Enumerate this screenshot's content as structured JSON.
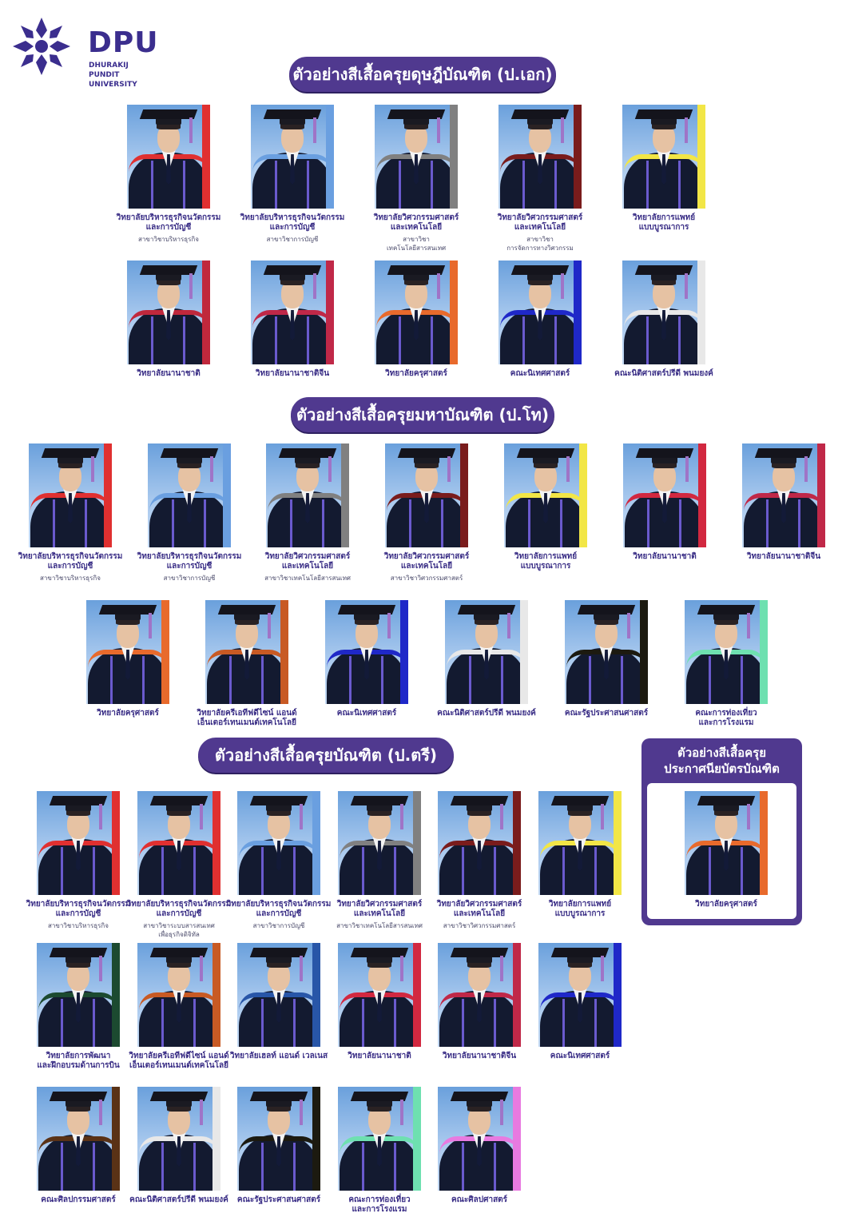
{
  "header": {
    "logo_text": "DPU",
    "logo_sub1": "DHURAKIJ PUNDIT",
    "logo_sub2": "UNIVERSITY"
  },
  "titles": {
    "phd": "ตัวอย่างสีเสื้อครุยดุษฎีบัณฑิต (ป.เอก)",
    "master": "ตัวอย่างสีเสื้อครุยมหาบัณฑิต (ป.โท)",
    "bachelor": "ตัวอย่างสีเสื้อครุยบัณฑิต (ป.ตรี)",
    "certificate": "ตัวอย่างสีเสื้อครุย\nประกาศนียบัตรบัณฑิต"
  },
  "cards": [
    {
      "label": "วิทยาลัยบริหารธุรกิจนวัตกรรม\nและการบัญชี",
      "sub": "สาขาวิชาบริหารธุรกิจ",
      "color": "#e03030"
    },
    {
      "label": "วิทยาลัยบริหารธุรกิจนวัตกรรม\nและการบัญชี",
      "sub": "สาขาวิชาการบัญชี",
      "color": "#6a9fe0"
    },
    {
      "label": "วิทยาลัยวิศวกรรมศาสตร์\nและเทคโนโลยี",
      "sub": "สาขาวิชา\nเทคโนโลยีสารสนเทศ",
      "color": "#808080"
    },
    {
      "label": "วิทยาลัยวิศวกรรมศาสตร์\nและเทคโนโลยี",
      "sub": "สาขาวิชา\nการจัดการทางวิศวกรรม",
      "color": "#7a1c1c"
    },
    {
      "label": "วิทยาลัยการแพทย์\nแบบบูรณาการ",
      "sub": "",
      "color": "#f2e646"
    },
    {
      "label": "วิทยาลัยนานาชาติ",
      "sub": "",
      "color": "#c0283c"
    },
    {
      "label": "วิทยาลัยนานาชาติจีน",
      "sub": "",
      "color": "#c02848"
    },
    {
      "label": "วิทยาลัยครุศาสตร์",
      "sub": "",
      "color": "#e86a2c"
    },
    {
      "label": "คณะนิเทศศาสตร์",
      "sub": "",
      "color": "#1f28c8"
    },
    {
      "label": "คณะนิติศาสตร์ปรีดี พนมยงค์",
      "sub": "",
      "color": "#e8e8e8"
    },
    {
      "label": "วิทยาลัยบริหารธุรกิจนวัตกรรม\nและการบัญชี",
      "sub": "สาขาวิชาบริหารธุรกิจ",
      "color": "#e03030"
    },
    {
      "label": "วิทยาลัยบริหารธุรกิจนวัตกรรม\nและการบัญชี",
      "sub": "สาขาวิชาการบัญชี",
      "color": "#6a9fe0"
    },
    {
      "label": "วิทยาลัยวิศวกรรมศาสตร์\nและเทคโนโลยี",
      "sub": "สาขาวิชาเทคโนโลยีสารสนเทศ",
      "color": "#808080"
    },
    {
      "label": "วิทยาลัยวิศวกรรมศาสตร์\nและเทคโนโลยี",
      "sub": "สาขาวิชาวิศวกรรมศาสตร์",
      "color": "#7a1c1c"
    },
    {
      "label": "วิทยาลัยการแพทย์\nแบบบูรณาการ",
      "sub": "",
      "color": "#f2e646"
    },
    {
      "label": "วิทยาลัยนานาชาติ",
      "sub": "",
      "color": "#d22840"
    },
    {
      "label": "วิทยาลัยนานาชาติจีน",
      "sub": "",
      "color": "#c02848"
    },
    {
      "label": "วิทยาลัยครุศาสตร์",
      "sub": "",
      "color": "#e86a2c"
    },
    {
      "label": "วิทยาลัยครีเอทีฟดีไซน์ แอนด์\nเอ็นเตอร์เทนเมนต์เทคโนโลยี",
      "sub": "",
      "color": "#c85a24"
    },
    {
      "label": "คณะนิเทศศาสตร์",
      "sub": "",
      "color": "#1f28c8"
    },
    {
      "label": "คณะนิติศาสตร์ปรีดี พนมยงค์",
      "sub": "",
      "color": "#e8e8e8"
    },
    {
      "label": "คณะรัฐประศาสนศาสตร์",
      "sub": "",
      "color": "#1c1a10"
    },
    {
      "label": "คณะการท่องเที่ยว\nและการโรงแรม",
      "sub": "",
      "color": "#6ee0b0"
    },
    {
      "label": "วิทยาลัยครุศาสตร์",
      "sub": "",
      "color": "#e86a2c"
    },
    {
      "label": "วิทยาลัยบริหารธุรกิจนวัตกรรม\nและการบัญชี",
      "sub": "สาขาวิชาบริหารธุรกิจ",
      "color": "#e03030"
    },
    {
      "label": "วิทยาลัยบริหารธุรกิจนวัตกรรม\nและการบัญชี",
      "sub": "สาขาวิชาระบบสารสนเทศ\nเพื่อธุรกิจดิจิทัล",
      "color": "#e03030"
    },
    {
      "label": "วิทยาลัยบริหารธุรกิจนวัตกรรม\nและการบัญชี",
      "sub": "สาขาวิชาการบัญชี",
      "color": "#6a9fe0"
    },
    {
      "label": "วิทยาลัยวิศวกรรมศาสตร์\nและเทคโนโลยี",
      "sub": "สาขาวิชาเทคโนโลยีสารสนเทศ",
      "color": "#808080"
    },
    {
      "label": "วิทยาลัยวิศวกรรมศาสตร์\nและเทคโนโลยี",
      "sub": "สาขาวิชาวิศวกรรมศาสตร์",
      "color": "#7a1c1c"
    },
    {
      "label": "วิทยาลัยการแพทย์\nแบบบูรณาการ",
      "sub": "",
      "color": "#f2e646"
    },
    {
      "label": "วิทยาลัยการพัฒนา\nและฝึกอบรมด้านการบิน",
      "sub": "",
      "color": "#1c4a30"
    },
    {
      "label": "วิทยาลัยครีเอทีฟดีไซน์ แอนด์\nเอ็นเตอร์เทนเมนต์เทคโนโลยี",
      "sub": "",
      "color": "#c85a24"
    },
    {
      "label": "วิทยาลัยเฮลท์ แอนด์ เวลเนส",
      "sub": "",
      "color": "#2856a8"
    },
    {
      "label": "วิทยาลัยนานาชาติ",
      "sub": "",
      "color": "#d22840"
    },
    {
      "label": "วิทยาลัยนานาชาติจีน",
      "sub": "",
      "color": "#c02848"
    },
    {
      "label": "คณะนิเทศศาสตร์",
      "sub": "",
      "color": "#1f28c8"
    },
    {
      "label": "คณะศิลปกรรมศาสตร์",
      "sub": "",
      "color": "#5a3216"
    },
    {
      "label": "คณะนิติศาสตร์ปรีดี พนมยงค์",
      "sub": "",
      "color": "#e8e8e8"
    },
    {
      "label": "คณะรัฐประศาสนศาสตร์",
      "sub": "",
      "color": "#1c1a10"
    },
    {
      "label": "คณะการท่องเที่ยว\nและการโรงแรม",
      "sub": "",
      "color": "#6ee0b0"
    },
    {
      "label": "คณะศิลปศาสตร์",
      "sub": "",
      "color": "#e87ae0"
    }
  ]
}
